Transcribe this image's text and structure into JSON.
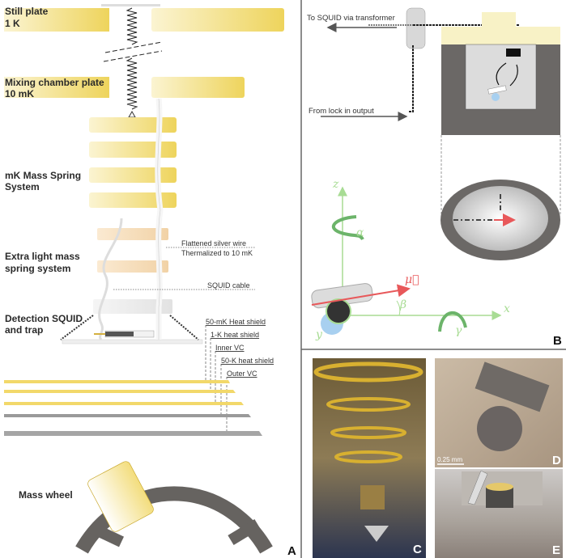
{
  "panel_a": {
    "letter": "A",
    "still_plate": [
      "Still plate",
      "1 K"
    ],
    "mixing_plate": [
      "Mixing chamber plate",
      "10 mK"
    ],
    "mk_mass_spring": [
      "mK Mass Spring",
      "System"
    ],
    "extra_light": [
      "Extra light mass",
      "spring system"
    ],
    "detection": [
      "Detection SQUID",
      "and trap"
    ],
    "silver_wire": [
      "Flattened silver wire",
      "Thermalized to 10 mK"
    ],
    "squid_cable": "SQUID cable",
    "shields": [
      "50-mK Heat shield",
      "1-K heat shield",
      "Inner VC",
      "50-K heat shield",
      "Outer VC"
    ],
    "mass_wheel": "Mass wheel"
  },
  "panel_b": {
    "letter": "B",
    "to_squid": "To SQUID via  transformer",
    "from_lockin": "From lock in output",
    "axes": {
      "z": "z",
      "x": "x",
      "y": "y",
      "alpha": "α",
      "beta": "β",
      "gamma": "γ",
      "mu": "μ⃗"
    }
  },
  "panel_c": {
    "letter": "C"
  },
  "panel_d": {
    "letter": "D",
    "scale_bar": "0.25 mm"
  },
  "panel_e": {
    "letter": "E"
  },
  "colors": {
    "gold": "#f0d860",
    "orange": "#f3d7b0",
    "gray": "#6b6866",
    "green": "#a8dc94",
    "red": "#e8585a"
  }
}
